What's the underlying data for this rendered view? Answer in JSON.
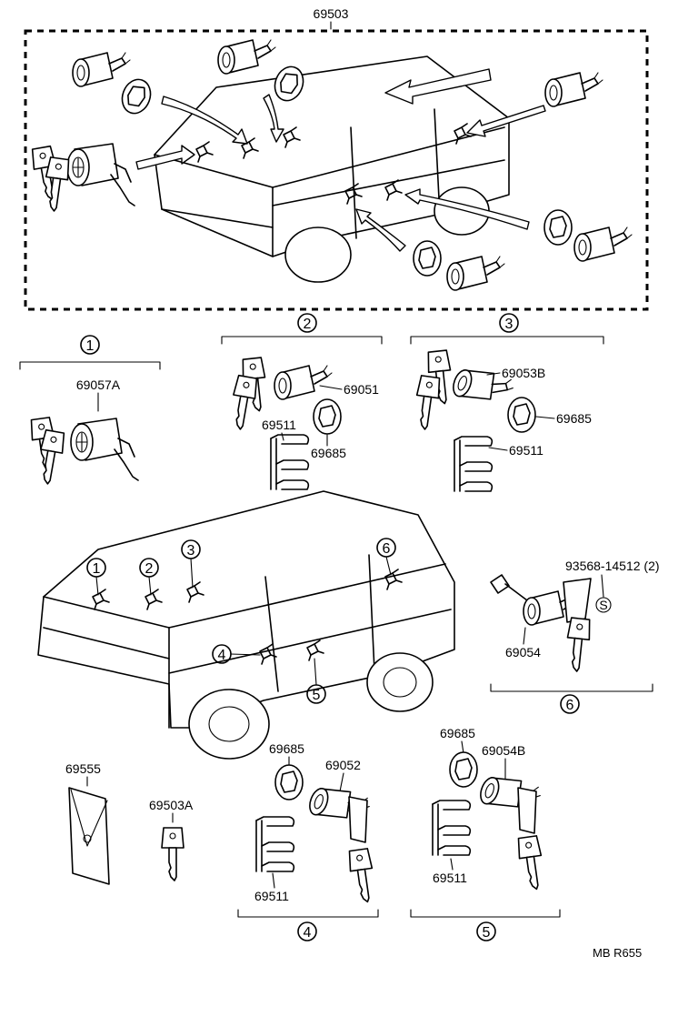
{
  "diagram": {
    "assembly_label": "69503",
    "group_labels": [
      "1",
      "2",
      "3",
      "4",
      "5",
      "6"
    ],
    "callouts": {
      "g1_cylinder": "69057A",
      "g2_cylinder": "69051",
      "g2_spring": "69511",
      "g2_pad": "69685",
      "g3_cylinder": "69053B",
      "g3_pad": "69685",
      "g3_spring": "69511",
      "g6_screw": "93568-14512 (2)",
      "g6_screw_mark": "S",
      "g6_cylinder": "69054",
      "plate": "69555",
      "key_blank": "69503A",
      "g4_pad": "69685",
      "g4_cylinder": "69052",
      "g4_spring": "69511",
      "g5_pad": "69685",
      "g5_cylinder": "69054B",
      "g5_spring": "69511"
    },
    "footer": "MB  R655"
  }
}
